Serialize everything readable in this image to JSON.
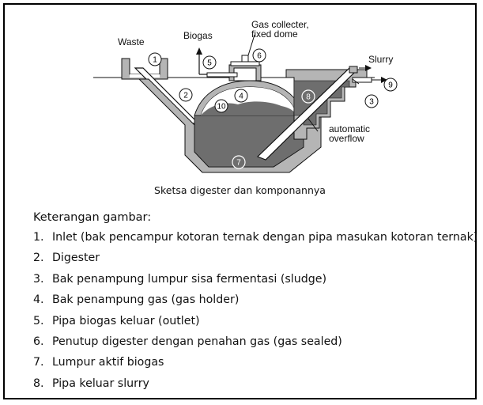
{
  "figure": {
    "labels": {
      "waste": "Waste",
      "biogas": "Biogas",
      "gas_collector_line1": "Gas collecter,",
      "gas_collector_line2": "fixed dome",
      "slurry": "Slurry",
      "automatic_line1": "automatic",
      "automatic_line2": "overflow"
    },
    "markers": [
      "1",
      "2",
      "3",
      "4",
      "5",
      "6",
      "7",
      "8",
      "9",
      "10"
    ]
  },
  "caption": "Sketsa digester dan komponannya",
  "legend": {
    "title": "Keterangan gambar:",
    "items": [
      {
        "no": "1.",
        "text": "Inlet (bak pencampur kotoran ternak dengan pipa masukan kotoran ternak)"
      },
      {
        "no": "2.",
        "text": "Digester"
      },
      {
        "no": "3.",
        "text": "Bak penampung lumpur sisa fermentasi (sludge)"
      },
      {
        "no": "4.",
        "text": "Bak penampung gas (gas holder)"
      },
      {
        "no": "5.",
        "text": "Pipa biogas keluar (outlet)"
      },
      {
        "no": "6.",
        "text": "Penutup digester dengan penahan gas (gas sealed)"
      },
      {
        "no": "7.",
        "text": "Lumpur aktif biogas"
      },
      {
        "no": "8.",
        "text": "Pipa keluar slurry"
      }
    ]
  },
  "colors": {
    "sludge": "#6e6e6e",
    "wall": "#b5b5b5",
    "line": "#111111"
  }
}
